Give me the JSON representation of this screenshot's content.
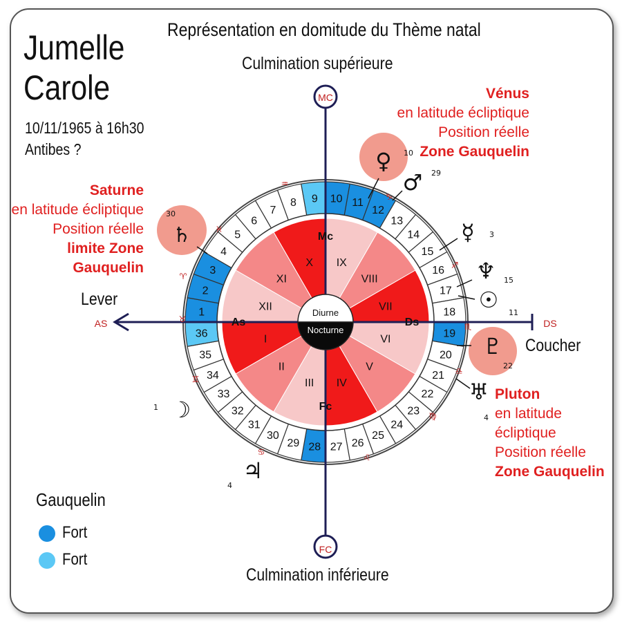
{
  "header": {
    "name_line_1": "Jumelle",
    "name_line_2": "Carole",
    "birth_info": "10/11/1965 à 16h30",
    "place_info": "Antibes ?"
  },
  "title": "Représentation en domitude du Thème natal",
  "culmination_top": "Culmination supérieure",
  "culmination_bottom": "Culmination inférieure",
  "lever_label": "Lever",
  "coucher_label": "Coucher",
  "axes": {
    "mc": "MC",
    "fc": "FC",
    "as": "AS",
    "ds": "DS"
  },
  "center": {
    "top": "Diurne",
    "bottom": "Nocturne"
  },
  "angle_labels": {
    "mc": "Mc",
    "fc": "Fc",
    "as": "As",
    "ds": "Ds"
  },
  "houses": [
    "I",
    "II",
    "III",
    "IV",
    "V",
    "VI",
    "VII",
    "VIII",
    "IX",
    "X",
    "XI",
    "XII"
  ],
  "sectors": [
    "1",
    "2",
    "3",
    "4",
    "5",
    "6",
    "7",
    "8",
    "9",
    "10",
    "11",
    "12",
    "13",
    "14",
    "15",
    "16",
    "17",
    "18",
    "19",
    "20",
    "21",
    "22",
    "23",
    "24",
    "25",
    "26",
    "27",
    "28",
    "29",
    "30",
    "31",
    "32",
    "33",
    "34",
    "35",
    "36"
  ],
  "gauquelin_strong": [
    "1",
    "2",
    "3",
    "10",
    "11",
    "12",
    "19",
    "28"
  ],
  "gauquelin_light": [
    "9",
    "36"
  ],
  "planets": {
    "venus": {
      "glyph": "♀",
      "degree": "10",
      "highlight": true
    },
    "mars": {
      "glyph": "♂",
      "degree": "29"
    },
    "mercury": {
      "glyph": "☿",
      "degree": "3"
    },
    "neptune": {
      "glyph": "♆",
      "degree": "15"
    },
    "sun": {
      "glyph": "☉",
      "degree": "11"
    },
    "pluto": {
      "glyph": "♇",
      "degree": "22",
      "highlight": true
    },
    "uranus": {
      "glyph": "♅",
      "degree": "4"
    },
    "jupiter": {
      "glyph": "♃",
      "degree": "4"
    },
    "moon": {
      "glyph": "☽",
      "degree": "1"
    },
    "saturn": {
      "glyph": "♄",
      "degree": "30",
      "highlight": true
    }
  },
  "zodiac": {
    "aquarius": "♒",
    "pisces": "♓",
    "aries": "♈",
    "taurus": "♉",
    "gemini": "♊",
    "cancer": "♋",
    "leo": "♌",
    "virgo": "♍",
    "libra": "♎",
    "scorpio": "♏",
    "sagittarius": "♐",
    "capricorn": "♑"
  },
  "notes": {
    "venus": {
      "line1": "Vénus",
      "line2": "en latitude écliptique",
      "line3": "Position réelle",
      "line4": "Zone Gauquelin"
    },
    "saturn": {
      "line1": "Saturne",
      "line2": "en latitude écliptique",
      "line3": "Position réelle",
      "line4": "limite Zone",
      "line5": "Gauquelin"
    },
    "pluto": {
      "line1": "Pluton",
      "line2": "en latitude",
      "line3": "écliptique",
      "line4": "Position réelle",
      "line5": "Zone Gauquelin"
    }
  },
  "legend": {
    "title": "Gauquelin",
    "items": [
      {
        "label": "Fort",
        "color": "#1a8fe0"
      },
      {
        "label": "Fort",
        "color": "#5bc8f5"
      }
    ]
  },
  "colors": {
    "strong_blue": "#1a8fe0",
    "light_blue": "#5bc8f5",
    "house_red": "#f01a1a",
    "house_mid": "#f48888",
    "house_pale": "#f7c8c8",
    "highlight": "#ee8a7a",
    "axis": "#1e1e55",
    "axis_label": "#c02020"
  }
}
